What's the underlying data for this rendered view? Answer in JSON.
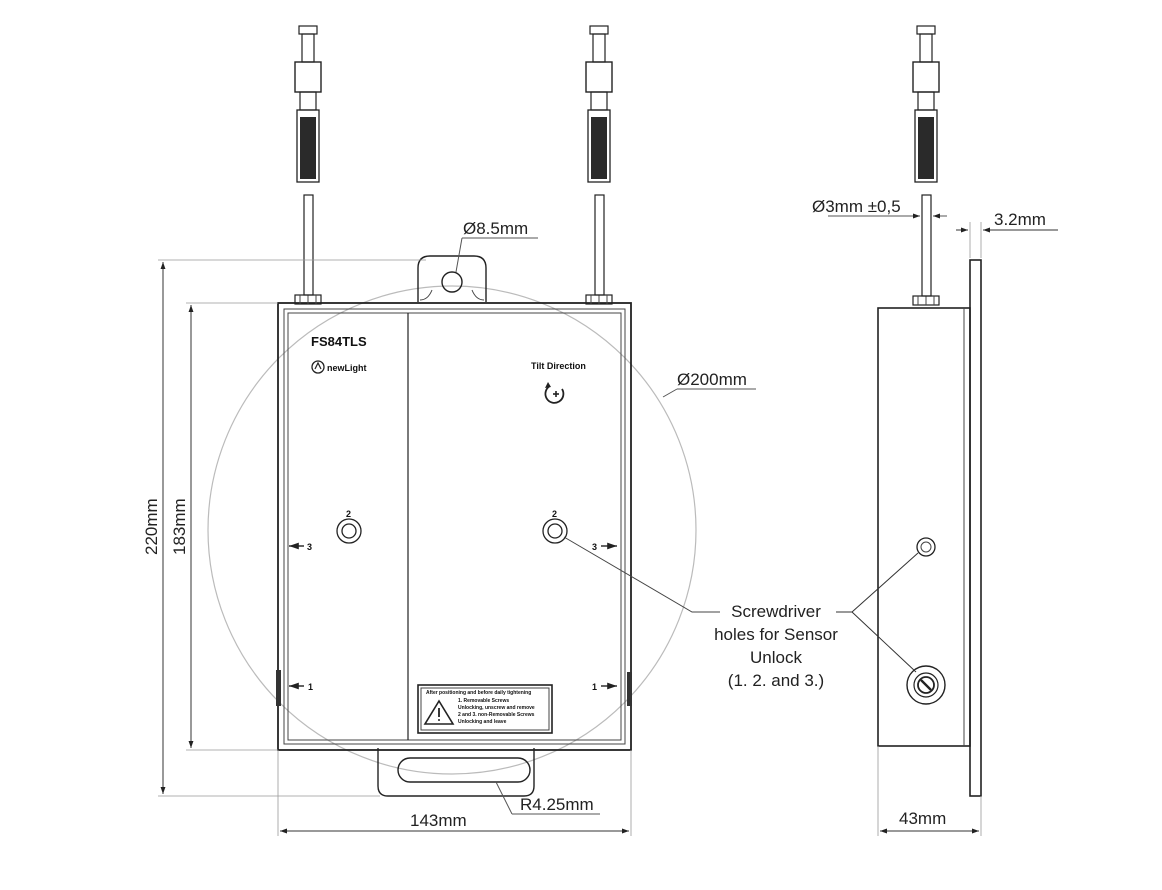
{
  "front_view": {
    "model_label": "FS84TLS",
    "brand_label": "newLight",
    "tilt_label": "Tilt Direction",
    "marker_2_left": "2",
    "marker_2_right": "2",
    "marker_3_left": "3",
    "marker_3_right": "3",
    "marker_1_left": "1",
    "marker_1_right": "1",
    "warning_title": "After positioning and before daily tightening",
    "warning_lines": [
      "1. Removable Screws",
      "Unlocking, unscrew and remove",
      "2 and 3. non-Removable Screws",
      "Unlocking and leave"
    ]
  },
  "dimensions": {
    "mount_hole": "Ø8.5mm",
    "circle_diameter": "Ø200mm",
    "overall_height": "220mm",
    "body_height": "183mm",
    "width": "143mm",
    "slot_radius": "R4.25mm",
    "cable_diameter": "Ø3mm ±0,5",
    "flange_thickness": "3.2mm",
    "depth": "43mm"
  },
  "annotation": {
    "lines": [
      "Screwdriver",
      "holes for Sensor",
      "Unlock",
      "(1. 2. and 3.)"
    ]
  }
}
